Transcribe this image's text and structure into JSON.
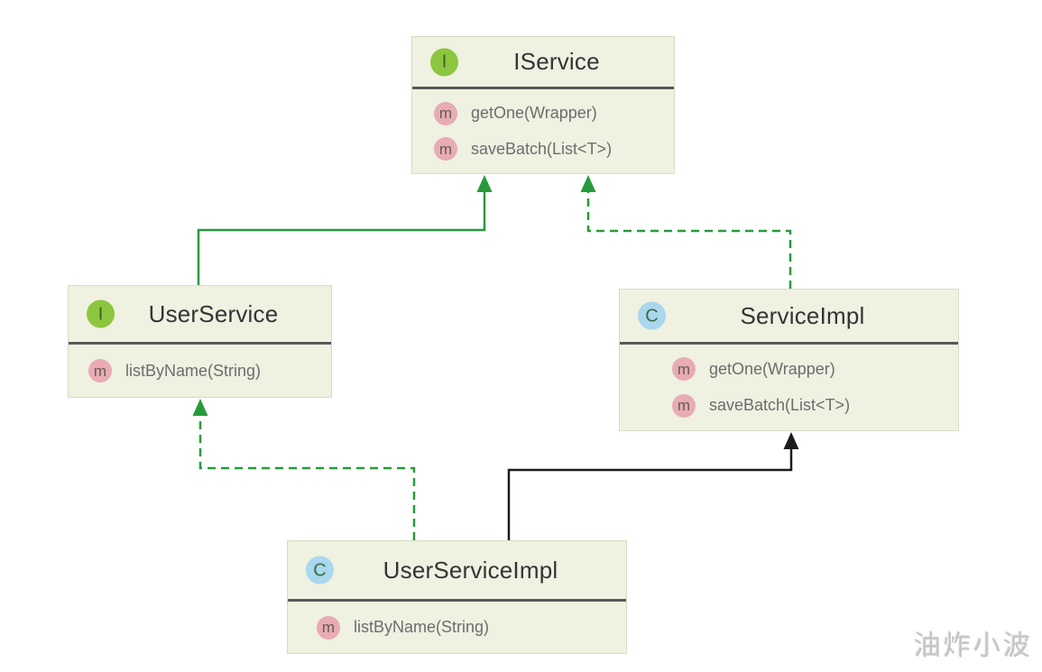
{
  "diagram": {
    "classes": [
      {
        "id": "iservice",
        "kind": "interface",
        "badge": "I",
        "name": "IService",
        "methods": [
          "getOne(Wrapper)",
          "saveBatch(List<T>)"
        ]
      },
      {
        "id": "userservice",
        "kind": "interface",
        "badge": "I",
        "name": "UserService",
        "methods": [
          "listByName(String)"
        ]
      },
      {
        "id": "serviceimpl",
        "kind": "class",
        "badge": "C",
        "name": "ServiceImpl",
        "methods": [
          "getOne(Wrapper)",
          "saveBatch(List<T>)"
        ]
      },
      {
        "id": "userserviceimpl",
        "kind": "class",
        "badge": "C",
        "name": "UserServiceImpl",
        "methods": [
          "listByName(String)"
        ]
      }
    ],
    "method_badge": "m",
    "relations": [
      {
        "from": "UserService",
        "to": "IService",
        "type": "extends",
        "line": "solid-green"
      },
      {
        "from": "ServiceImpl",
        "to": "IService",
        "type": "implements",
        "line": "dashed-green"
      },
      {
        "from": "UserServiceImpl",
        "to": "UserService",
        "type": "implements",
        "line": "dashed-green"
      },
      {
        "from": "UserServiceImpl",
        "to": "ServiceImpl",
        "type": "extends",
        "line": "solid-black"
      }
    ]
  },
  "watermark": "油炸小波",
  "colors": {
    "background": "#ffffff",
    "box_fill": "#eff1e1",
    "box_border": "#d9dcc2",
    "header_divider": "#58595b",
    "interface_badge": "#8cc63e",
    "class_badge": "#a9d7ee",
    "method_badge": "#e9abb5",
    "green_edge": "#279b3a",
    "black_edge": "#1c1c1c",
    "title_text": "#343434",
    "method_text": "#6d6d6d",
    "watermark_text": "#c6c6c6"
  }
}
